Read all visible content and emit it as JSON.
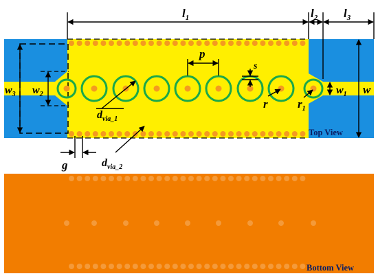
{
  "labels": {
    "l1": {
      "main": "l",
      "sub": "1"
    },
    "l2": {
      "main": "l",
      "sub": "2"
    },
    "l3": {
      "main": "l",
      "sub": "3"
    },
    "w": {
      "main": "w",
      "sub": ""
    },
    "w1": {
      "main": "w",
      "sub": "1"
    },
    "w2": {
      "main": "w",
      "sub": "2"
    },
    "w3": {
      "main": "w",
      "sub": "3"
    },
    "p": {
      "main": "p",
      "sub": ""
    },
    "s": {
      "main": "s",
      "sub": ""
    },
    "r": {
      "main": "r",
      "sub": ""
    },
    "r1": {
      "main": "r",
      "sub": "1"
    },
    "g": {
      "main": "g",
      "sub": ""
    },
    "dvia1": {
      "main": "d",
      "sub": "via_1"
    },
    "dvia2": {
      "main": "d",
      "sub": "via_2"
    }
  },
  "views": {
    "top": "Top View",
    "bottom": "Bottom View"
  },
  "colors": {
    "substrate": "#1a8fe0",
    "metal": "#ffef00",
    "copper": "#f27d00",
    "ring": "#1aa84a",
    "via": "#f49a20",
    "line": "#000000"
  }
}
